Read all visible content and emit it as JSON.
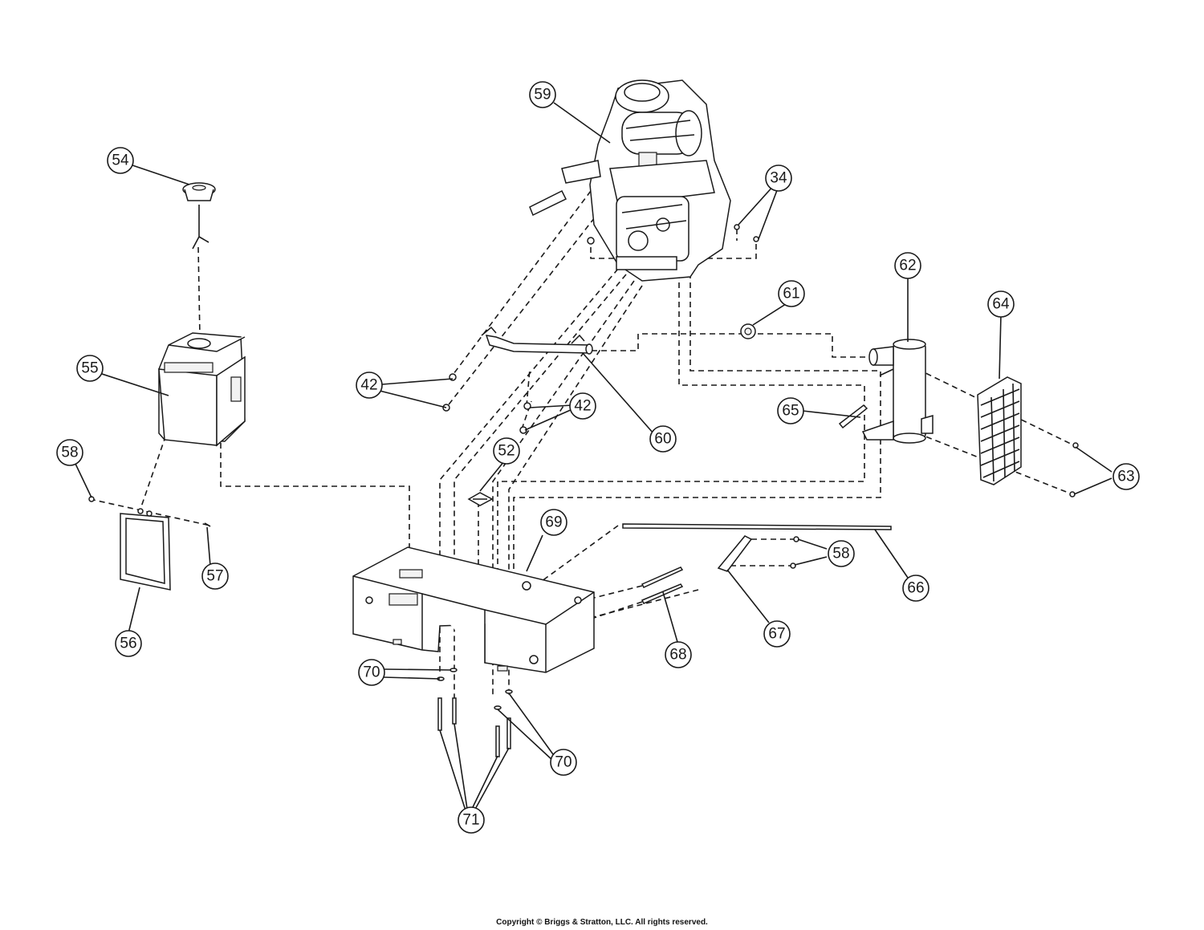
{
  "callouts": {
    "c59": "59",
    "c54": "54",
    "c34": "34",
    "c61": "61",
    "c62": "62",
    "c64": "64",
    "c55": "55",
    "c42a": "42",
    "c42b": "42",
    "c60": "60",
    "c65": "65",
    "c52": "52",
    "c58a": "58",
    "c63": "63",
    "c69": "69",
    "c57": "57",
    "c58b": "58",
    "c56": "56",
    "c66": "66",
    "c67": "67",
    "c68": "68",
    "c70a": "70",
    "c70b": "70",
    "c71": "71"
  },
  "footer": {
    "copyright": "Copyright © Briggs & Stratton, LLC. All rights reserved."
  }
}
